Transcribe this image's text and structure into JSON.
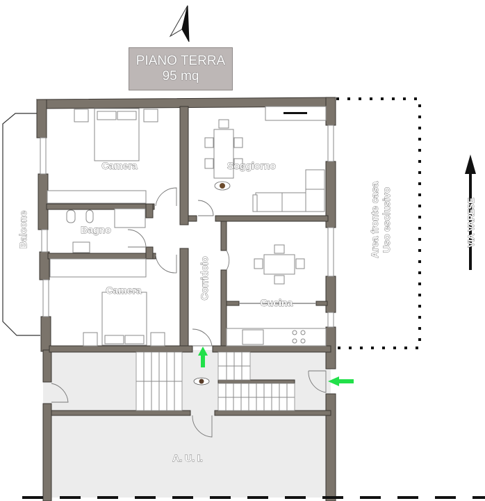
{
  "title": {
    "line1": "PIANO TERRA",
    "line2": "95 mq"
  },
  "north_arrow": {
    "icon": "north-arrow-icon"
  },
  "rooms": {
    "camera_top": "Camera",
    "bagno": "Bagno",
    "camera_bottom": "Camera",
    "soggiorno": "Soggiorno",
    "cucina": "Cucina",
    "corridoio": "Corridoio",
    "balcone": "Balcone",
    "aui": "A. U. I."
  },
  "outdoor": {
    "area_line1": "Area fronte casa",
    "area_line2": "Uso esclusivo",
    "street": "VIA VARESE"
  },
  "markers": {
    "entry_arrow_color": "#22e04a",
    "wall_color": "#7b746b",
    "common_area_color": "#ececec"
  }
}
